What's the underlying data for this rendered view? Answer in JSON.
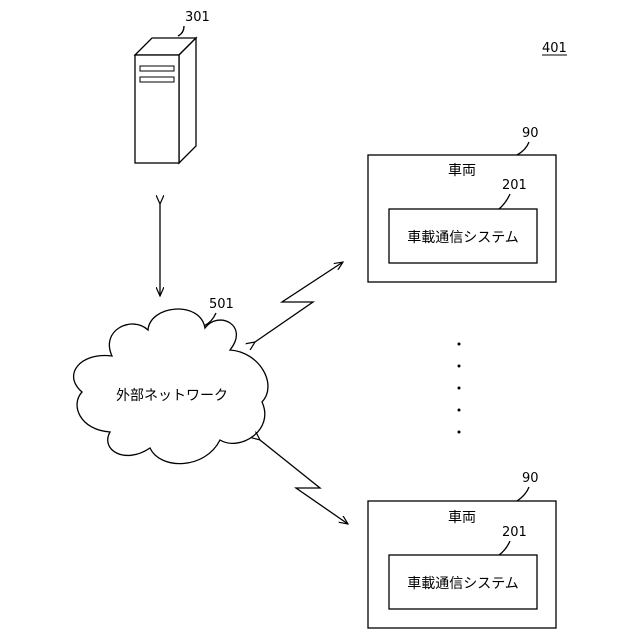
{
  "figure_number": "401",
  "server": {
    "ref": "301"
  },
  "network": {
    "ref": "501",
    "label": "外部ネットワーク"
  },
  "vehicles": [
    {
      "ref": "90",
      "title": "車両",
      "system_ref": "201",
      "system_label": "車載通信システム"
    },
    {
      "ref": "90",
      "title": "車両",
      "system_ref": "201",
      "system_label": "車載通信システム"
    }
  ],
  "ellipsis_dots": 5
}
